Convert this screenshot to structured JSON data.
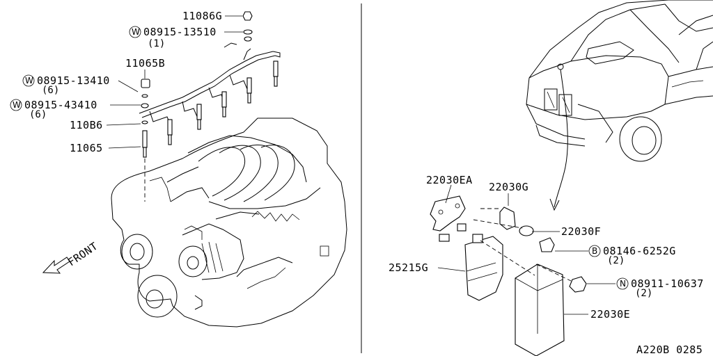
{
  "left_callouts": {
    "p11086g": "11086G",
    "w_08915_13510": "08915-13510",
    "w_08915_13510_qty": "(1)",
    "p11065b": "11065B",
    "w_08915_13410": "08915-13410",
    "w_08915_13410_qty": "(6)",
    "w_08915_43410": "08915-43410",
    "w_08915_43410_qty": "(6)",
    "p110b6": "110B6",
    "p11065": "11065",
    "front": "FRONT",
    "w_symbol": "W"
  },
  "right_callouts": {
    "p22030ea": "22030EA",
    "p22030g": "22030G",
    "p22030f": "22030F",
    "b_08146_6252g": "08146-6252G",
    "b_08146_6252g_qty": "(2)",
    "p25215g": "25215G",
    "n_08911_10637": "08911-10637",
    "n_08911_10637_qty": "(2)",
    "p22030e": "22030E",
    "b_symbol": "B",
    "n_symbol": "N"
  },
  "footer": {
    "diagram_code": "A220B 0285"
  }
}
